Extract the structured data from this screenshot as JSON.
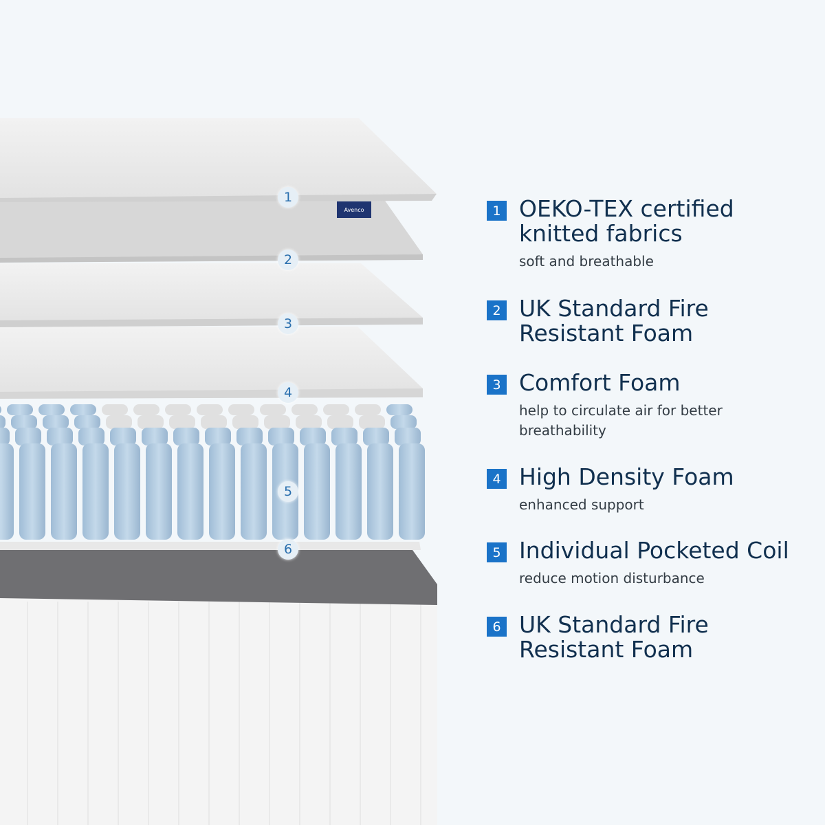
{
  "brand_label": "Avenco",
  "colors": {
    "accent": "#1a73c8",
    "heading": "#11304f",
    "coil": "#b6cfe4",
    "background": "#f3f7fa"
  },
  "layer_badges": [
    "1",
    "2",
    "3",
    "4",
    "5",
    "6"
  ],
  "features": [
    {
      "num": "1",
      "title": "OEKO-TEX certified knitted fabrics",
      "sub": "soft and breathable"
    },
    {
      "num": "2",
      "title": "UK Standard Fire Resistant Foam",
      "sub": ""
    },
    {
      "num": "3",
      "title": "Comfort Foam",
      "sub": "help to circulate air for better breathability"
    },
    {
      "num": "4",
      "title": "High Density Foam",
      "sub": "enhanced support"
    },
    {
      "num": "5",
      "title": "Individual Pocketed Coil",
      "sub": "reduce motion disturbance"
    },
    {
      "num": "6",
      "title": "UK Standard Fire Resistant Foam",
      "sub": ""
    }
  ]
}
